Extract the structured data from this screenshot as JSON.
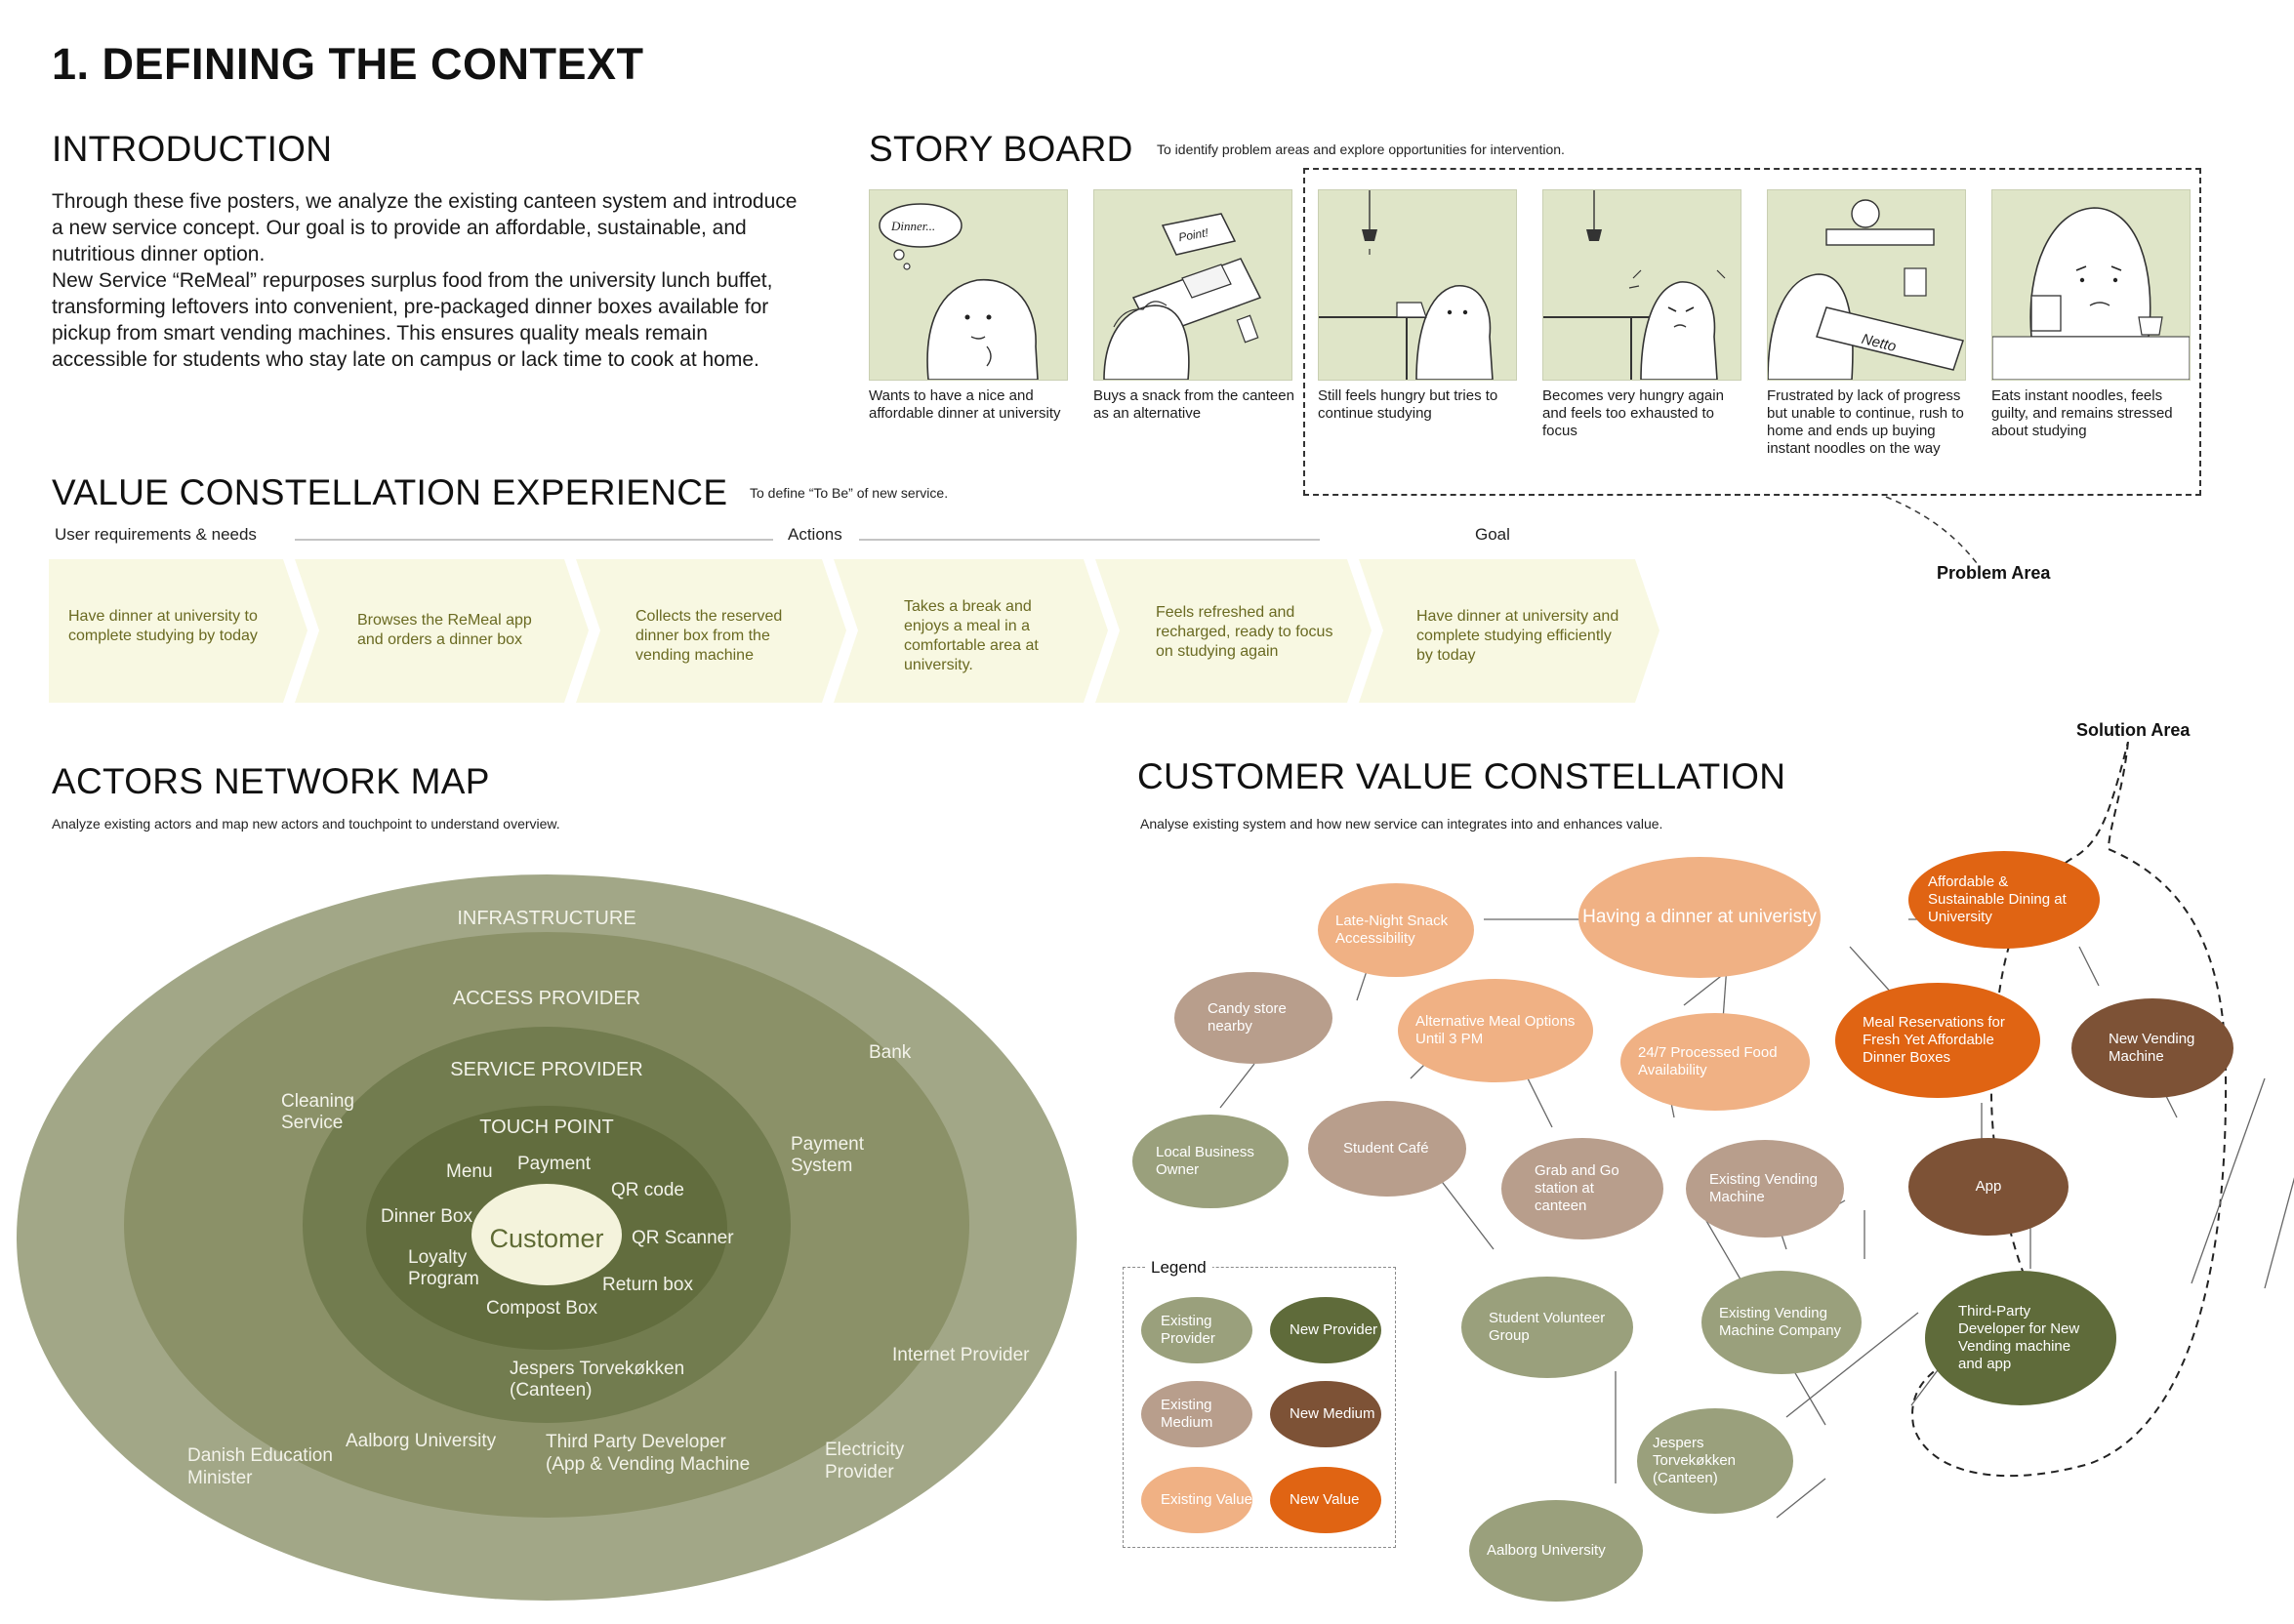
{
  "page_title": "1. DEFINING THE CONTEXT",
  "introduction": {
    "heading": "INTRODUCTION",
    "paragraph1": "Through these five posters, we analyze the existing canteen system and introduce a new service concept. Our goal is to provide an affordable, sustainable, and nutritious dinner option.",
    "paragraph2": "New Service “ReMeal” repurposes surplus food from the university lunch buffet, transforming leftovers into convenient, pre-packaged dinner boxes available for pickup from smart vending machines. This ensures quality meals remain accessible for students who stay late on campus or lack time to cook at home."
  },
  "storyboard": {
    "heading": "STORY BOARD",
    "subtitle": "To identify problem areas and explore opportunities for intervention.",
    "panel_texts": [
      "Dinner...",
      "Point!",
      "Netto"
    ],
    "captions": [
      "Wants to have a nice and affordable dinner at university",
      "Buys a snack from the canteen as an alternative",
      "Still feels hungry but tries to continue studying",
      "Becomes very hungry again and feels too exhausted to focus",
      "Frustrated by lack of progress but unable to continue, rush to home and ends up buying instant noodles on the way",
      "Eats instant noodles, feels guilty, and remains stressed about studying"
    ],
    "problem_area_label": "Problem Area"
  },
  "value_experience": {
    "heading": "VALUE CONSTELLATION EXPERIENCE",
    "subtitle": "To define “To Be” of new service.",
    "labels": [
      "User requirements & needs",
      "Actions",
      "Goal"
    ],
    "steps": [
      "Have dinner at university to complete studying by today",
      "Browses the ReMeal app and orders a dinner box",
      "Collects the reserved dinner box from the vending machine",
      "Takes a break and enjoys a meal in a comfortable area at university.",
      "Feels refreshed and recharged, ready to focus on studying again",
      "Have dinner at university and complete studying efficiently by today"
    ]
  },
  "actors_map": {
    "heading": "ACTORS NETWORK MAP",
    "subtitle": "Analyze existing actors and map new actors and touchpoint to understand overview.",
    "rings": {
      "infrastructure": "INFRASTRUCTURE",
      "access_provider": "ACCESS PROVIDER",
      "service_provider": "SERVICE PROVIDER",
      "touch_point": "TOUCH POINT"
    },
    "center": "Customer",
    "touchpoints": {
      "menu": "Menu",
      "payment": "Payment",
      "qr_code": "QR code",
      "dinner_box": "Dinner Box",
      "qr_scanner": "QR Scanner",
      "loyalty": "Loyalty Program",
      "return_box": "Return box",
      "compost_box": "Compost Box"
    },
    "service": {
      "cleaning": "Cleaning Service",
      "payment_system": "Payment System",
      "canteen": "Jespers Torvekøkken (Canteen)"
    },
    "access": {
      "aalborg": "Aalborg University",
      "third_party": "Third Party Developer (App & Vending Machine"
    },
    "infra": {
      "bank": "Bank",
      "internet": "Internet Provider",
      "electricity": "Electricity Provider",
      "minister": "Danish Education Minister"
    }
  },
  "customer_value": {
    "heading": "CUSTOMER VALUE CONSTELLATION",
    "subtitle": "Analyse existing system and how new service can integrates into and enhances value.",
    "solution_area_label": "Solution Area",
    "nodes": {
      "dinner": "Having a dinner at univeristy",
      "late_night": "Late-Night Snack Accessibility",
      "affordable": "Affordable & Sustainable Dining at University",
      "candy": "Candy store nearby",
      "alt_meal": "Alternative Meal Options Until 3 PM",
      "processed": "24/7 Processed Food Availability",
      "reservations": "Meal Reservations for Fresh Yet Affordable Dinner Boxes",
      "new_vending": "New Vending Machine",
      "local_business": "Local Business Owner",
      "cafe": "Student Café",
      "grab_go": "Grab and Go station at canteen",
      "existing_vm": "Existing Vending Machine",
      "app": "App",
      "volunteer": "Student Volunteer Group",
      "vm_company": "Existing Vending Machine Company",
      "third_party_dev": "Third-Party Developer for New Vending machine and app",
      "canteen": "Jespers Torvekøkken (Canteen)",
      "aalborg": "Aalborg University"
    },
    "legend": {
      "title": "Legend",
      "existing_provider": "Existing Provider",
      "new_provider": "New Provider",
      "existing_medium": "Existing Medium",
      "new_medium": "New Medium",
      "existing_value": "Existing Value",
      "new_value": "New Value"
    },
    "colors": {
      "existing_provider": "#9aa07c",
      "new_provider": "#5f6b3a",
      "existing_medium": "#b89e8c",
      "new_medium": "#7d5236",
      "existing_value": "#f0b184",
      "new_value": "#e06413"
    }
  }
}
